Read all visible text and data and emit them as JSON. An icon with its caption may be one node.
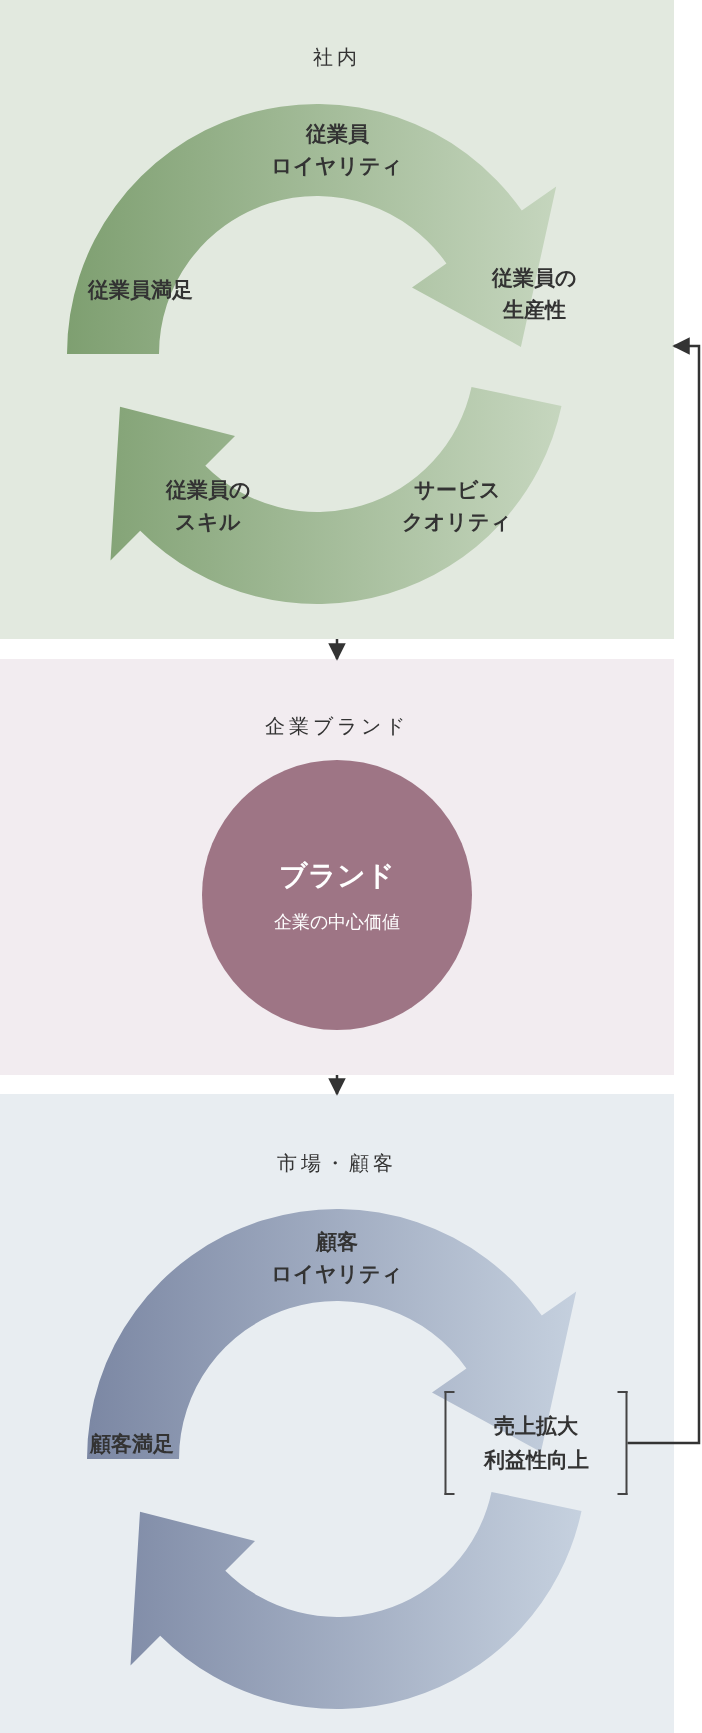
{
  "diagram": {
    "nodes": [
      {
        "text": [
          "社内"
        ]
      },
      {
        "text": [
          "従業員ロイヤリティ"
        ],
        "in": 0
      },
      {
        "text": [
          "従業員の生産性"
        ],
        "in": 0
      },
      {
        "text": [
          "サービスクオリティ"
        ],
        "in": 0
      },
      {
        "text": [
          "従業員のスキル"
        ],
        "in": 0
      },
      {
        "text": [
          "従業員満足"
        ],
        "in": 0
      },
      {
        "text": [
          "企業ブランド"
        ]
      },
      {
        "text": [
          "ブランド",
          "企業の中心価値"
        ],
        "in": 6
      },
      {
        "text": [
          "市場・顧客"
        ]
      },
      {
        "text": [
          "顧客ロイヤリティ"
        ],
        "in": 8
      },
      {
        "text": [
          "売上拡大利益性向上"
        ],
        "in": 8
      },
      {
        "text": [
          "顧客満足"
        ],
        "in": 8
      }
    ],
    "edges": [
      {
        "from": 0,
        "to": 6,
        "arrow": "to"
      },
      {
        "from": 6,
        "to": 8,
        "arrow": "to"
      },
      {
        "from": 10,
        "to": 0,
        "arrow": "to"
      }
    ]
  }
}
